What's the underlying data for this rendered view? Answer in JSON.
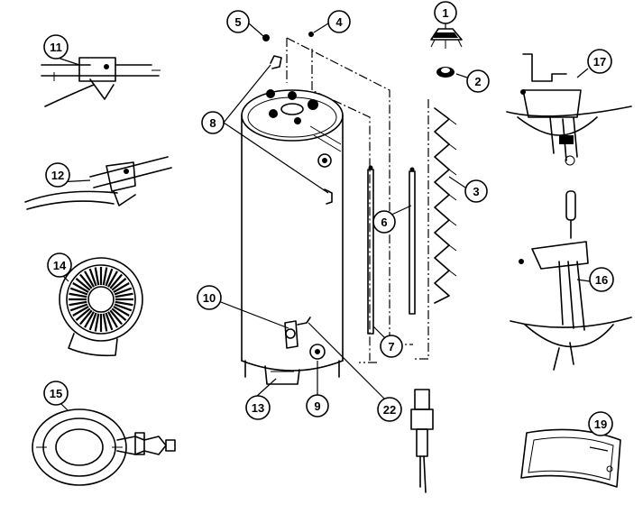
{
  "callouts": [
    {
      "id": "c1",
      "label": "1"
    },
    {
      "id": "c2",
      "label": "2"
    },
    {
      "id": "c3",
      "label": "3"
    },
    {
      "id": "c4",
      "label": "4"
    },
    {
      "id": "c5",
      "label": "5"
    },
    {
      "id": "c6",
      "label": "6"
    },
    {
      "id": "c7",
      "label": "7"
    },
    {
      "id": "c8",
      "label": "8"
    },
    {
      "id": "c9",
      "label": "9"
    },
    {
      "id": "c10",
      "label": "10"
    },
    {
      "id": "c11",
      "label": "11"
    },
    {
      "id": "c12",
      "label": "12"
    },
    {
      "id": "c13",
      "label": "13"
    },
    {
      "id": "c14",
      "label": "14"
    },
    {
      "id": "c15",
      "label": "15"
    },
    {
      "id": "c16",
      "label": "16"
    },
    {
      "id": "c17",
      "label": "17"
    },
    {
      "id": "c19",
      "label": "19"
    },
    {
      "id": "c22",
      "label": "22"
    }
  ]
}
